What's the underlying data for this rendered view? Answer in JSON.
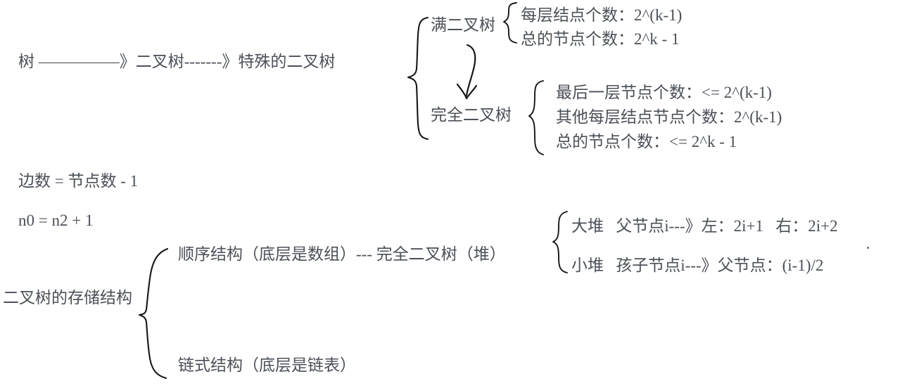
{
  "document": {
    "title": "二叉树知识点手写笔记",
    "type": "handwritten-style notes",
    "text_color": "#4b5058",
    "ink_color": "#16161a",
    "background": "#ffffff"
  },
  "chain": {
    "root": "树 —————》二叉树-------》特殊的二叉树"
  },
  "special_tree": {
    "full_tree": {
      "label": "满二叉树",
      "items": [
        "每层结点个数：2^(k-1)",
        "总的节点个数：2^k - 1"
      ]
    },
    "complete_tree": {
      "label": "完全二叉树",
      "items": [
        "最后一层节点个数：<= 2^(k-1)",
        "其他每层结点节点个数：2^(k-1)",
        "总的节点个数：<= 2^k - 1"
      ]
    }
  },
  "formulas": [
    "边数 = 节点数 - 1",
    "n0 = n2 + 1"
  ],
  "storage": {
    "label": "二叉树的存储结构",
    "sequential": "顺序结构（底层是数组）--- 完全二叉树（堆）",
    "linked": "链式结构（底层是链表）",
    "heap": {
      "big": "大堆   父节点i---》左：2i+1   右：2i+2",
      "small": "小堆   孩子节点i---》父节点：(i-1)/2"
    }
  }
}
